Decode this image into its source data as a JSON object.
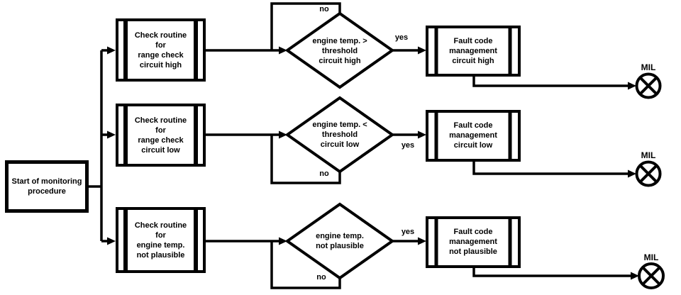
{
  "diagram": {
    "type": "flowchart",
    "background_color": "#ffffff",
    "line_color": "#000000",
    "start": {
      "label": "Start of monitoring\nprocedure"
    },
    "branches": [
      {
        "check_routine": "Check routine\nfor\nrange check\ncircuit high",
        "decision": "engine temp. >\nthreshold\ncircuit high",
        "no_label": "no",
        "yes_label": "yes",
        "fault_management": "Fault code\nmanagement\ncircuit high",
        "output_label": "MIL"
      },
      {
        "check_routine": "Check routine\nfor\nrange check\ncircuit low",
        "decision": "engine temp. <\nthreshold\ncircuit low",
        "no_label": "no",
        "yes_label": "yes",
        "fault_management": "Fault code\nmanagement\ncircuit low",
        "output_label": "MIL"
      },
      {
        "check_routine": "Check routine\nfor\nengine temp.\nnot plausible",
        "decision": "engine temp.\nnot plausible",
        "no_label": "no",
        "yes_label": "yes",
        "fault_management": "Fault code\nmanagement\nnot plausible",
        "output_label": "MIL"
      }
    ]
  }
}
